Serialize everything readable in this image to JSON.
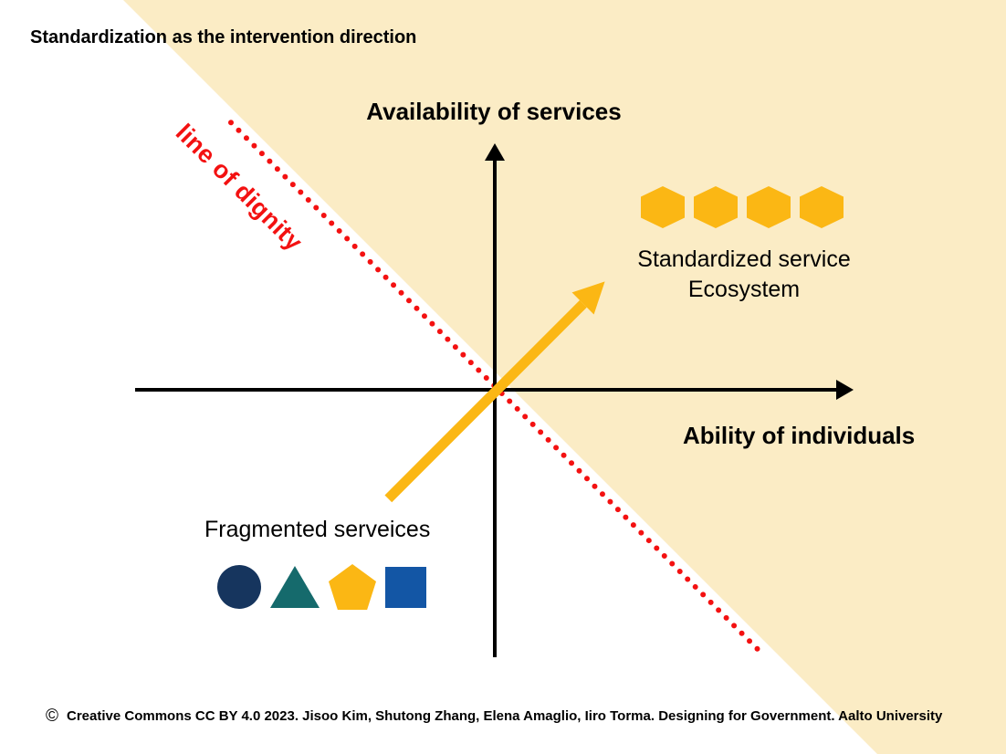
{
  "title": "Standardization as the intervention direction",
  "diagram": {
    "line_of_dignity": "line of dignity",
    "y_axis_label": "Availability of services",
    "x_axis_label": "Ability of individuals",
    "standardized_cluster": {
      "hexagon_count": 4,
      "label_line1": "Standardized service",
      "label_line2": "Ecosystem"
    },
    "fragmented_cluster": {
      "label": "Fragmented serveices",
      "shapes": [
        {
          "type": "circle",
          "color": "#16355E"
        },
        {
          "type": "triangle",
          "color": "#156A6C"
        },
        {
          "type": "pentagon",
          "color": "#FBB714"
        },
        {
          "type": "square",
          "color": "#1356A5"
        }
      ]
    }
  },
  "footer": {
    "copyright_symbol": "©",
    "text": "Creative Commons CC BY 4.0 2023. Jisoo Kim, Shutong Zhang, Elena Amaglio, Iiro Torma. Designing for Government. Aalto University"
  },
  "colors": {
    "background_wedge": "#FBECC5",
    "gold": "#FBB714",
    "red": "#F31111",
    "navy": "#16355E",
    "teal": "#156A6C",
    "blue": "#1356A5",
    "black": "#000000"
  }
}
